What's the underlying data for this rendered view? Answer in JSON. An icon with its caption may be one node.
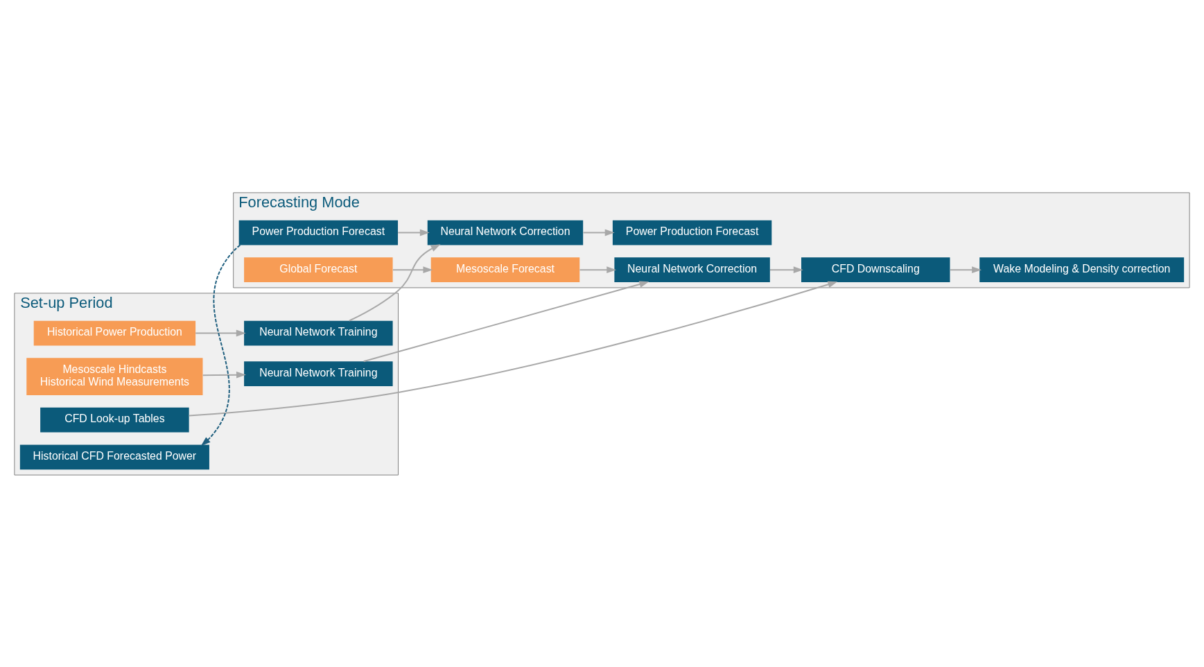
{
  "diagram": {
    "nodes": [
      {
        "text": [
          "Set-up Period"
        ]
      },
      {
        "text": [
          "Forecasting Mode"
        ]
      },
      {
        "text": [
          "Mesoscale Hindcasts",
          "Historical Wind Measurements"
        ],
        "in": 0
      },
      {
        "text": [
          "Neural Network Training"
        ],
        "in": 0
      },
      {
        "text": [
          "CFD Look-up Tables"
        ],
        "in": 0
      },
      {
        "text": [
          "Historical Power Production"
        ],
        "in": 0
      },
      {
        "text": [
          "Historical CFD Forecasted Power"
        ],
        "in": 0
      },
      {
        "text": [
          "Neural Network Training"
        ],
        "in": 0
      },
      {
        "text": [
          "Global Forecast"
        ],
        "in": 1
      },
      {
        "text": [
          "Mesoscale Forecast"
        ],
        "in": 1
      },
      {
        "text": [
          "Neural Network Correction"
        ],
        "in": 1
      },
      {
        "text": [
          "CFD Downscaling"
        ],
        "in": 1
      },
      {
        "text": [
          "Wake Modeling & Density correction"
        ],
        "in": 1
      },
      {
        "text": [
          "Power Production Forecast"
        ],
        "in": 1
      },
      {
        "text": [
          "Neural Network Correction"
        ],
        "in": 1
      },
      {
        "text": [
          "Power Production Forecast"
        ],
        "in": 1
      }
    ],
    "edges": [
      {
        "from": 2,
        "to": 3,
        "arrow": "to"
      },
      {
        "from": 3,
        "to": 10,
        "arrow": "to"
      },
      {
        "from": 4,
        "to": 11,
        "arrow": "to"
      },
      {
        "from": 5,
        "to": 7,
        "arrow": "to"
      },
      {
        "from": 7,
        "to": 14,
        "arrow": "to"
      },
      {
        "from": 8,
        "to": 9,
        "arrow": "to"
      },
      {
        "from": 9,
        "to": 10,
        "arrow": "to"
      },
      {
        "from": 10,
        "to": 11,
        "arrow": "to"
      },
      {
        "from": 11,
        "to": 12,
        "arrow": "to"
      },
      {
        "from": 13,
        "to": 14,
        "arrow": "to"
      },
      {
        "from": 14,
        "to": 15,
        "arrow": "to"
      },
      {
        "from": 13,
        "to": 6,
        "arrow": "to",
        "style": "dashed",
        "color": "#1f5f7f"
      }
    ]
  }
}
